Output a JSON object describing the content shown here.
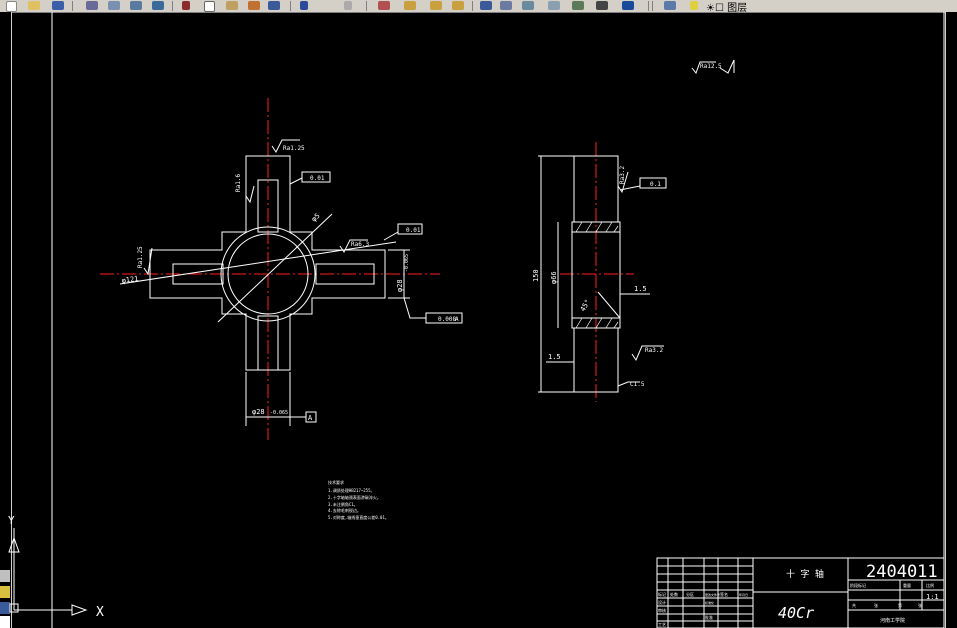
{
  "toolbar": {
    "layer_text": "☀☐ 图层",
    "icons": [
      "new-icon",
      "open-icon",
      "save-icon",
      "print-icon",
      "preview-icon",
      "plot-icon",
      "cut-icon",
      "copy-icon",
      "paste-icon",
      "match-icon",
      "undo-icon",
      "redo-icon",
      "pan-icon",
      "zoom-icon",
      "zoom-window-icon",
      "zoom-previous-icon",
      "properties-icon",
      "design-center-icon",
      "tool-palettes-icon",
      "sheet-set-icon",
      "markup-icon",
      "calc-icon",
      "help-icon",
      "layer-icon",
      "lightbulb-icon"
    ]
  },
  "drawing": {
    "left_view": {
      "dim_phi_top": "φ5",
      "dim_phi_121": "φ121",
      "dim_phi_28_right": "φ28",
      "tol_right": "-0.065",
      "dim_phi_28_bottom": "φ28",
      "tol_bottom": "-0.065",
      "datum_bottom": "A",
      "rough_top": "Ra1.25",
      "rough_left_upper": "Ra1.6",
      "rough_left": "Ra1.25",
      "rough_right": "Ra6.3",
      "perp_tol": "0.01",
      "flat_tol": "0.01",
      "pos_tol": "0.008",
      "pos_datum": "A"
    },
    "right_view": {
      "dim_150": "150",
      "dim_phi_66": "φ66",
      "dim_1_5_top": "1.5",
      "dim_1_5_bottom": "1.5",
      "dim_45": "45°",
      "rough_upper": "Ra3.2",
      "rough_lower": "Ra3.2",
      "tol_upper": "0.1",
      "chamfer": "C1.5"
    },
    "surface_rough_note": "Ra12.5",
    "tech_notes": {
      "title": "技术要求",
      "lines": [
        "1.调质处理HB217~255。",
        "2.十字轴轴颈表面渗碳淬火。",
        "3.未注倒角C1。",
        "4.去除毛刺锐边。",
        "5.对称度,轴线垂直度公差0.01。"
      ]
    }
  },
  "title_block": {
    "part_name": "十 字 轴",
    "drawing_no": "2404011",
    "material": "40Cr",
    "scale": "1:1",
    "row_labels": [
      "标记",
      "处数",
      "分区",
      "更改文件号",
      "签名",
      "年月日"
    ],
    "left_labels": [
      "设计",
      "审核",
      "工艺"
    ],
    "mid_labels": [
      "标准化",
      "批准"
    ],
    "right_header": [
      "阶段标记",
      "重量",
      "比例"
    ],
    "sheet": [
      "共",
      "张",
      "第",
      "张"
    ],
    "school": "河南工学院"
  },
  "ucs": {
    "x": "X",
    "y": "Y"
  }
}
